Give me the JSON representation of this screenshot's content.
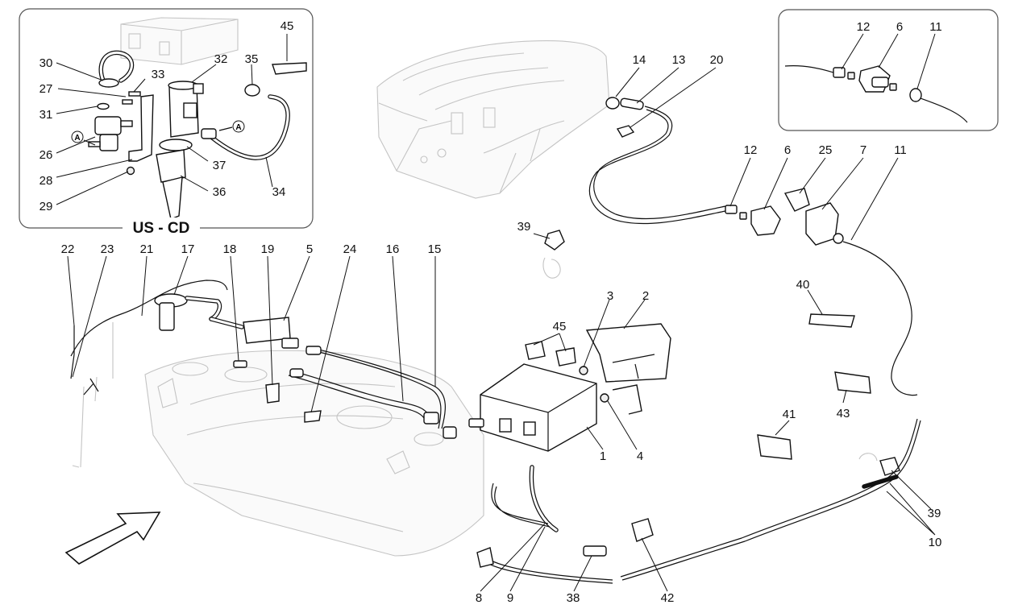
{
  "inset_us_cd": {
    "title": "US - CD",
    "callouts": [
      "45",
      "30",
      "32",
      "35",
      "27",
      "33",
      "31",
      "26",
      "28",
      "29",
      "37",
      "36",
      "34"
    ],
    "markers": [
      "A",
      "A"
    ]
  },
  "inset_connector": {
    "callouts": [
      "12",
      "6",
      "11"
    ]
  },
  "main": {
    "callouts": [
      "14",
      "13",
      "20",
      "12",
      "6",
      "25",
      "7",
      "11",
      "39",
      "22",
      "23",
      "21",
      "17",
      "18",
      "19",
      "5",
      "24",
      "16",
      "15",
      "3",
      "2",
      "45",
      "40",
      "43",
      "41",
      "1",
      "4",
      "39",
      "10",
      "8",
      "9",
      "38",
      "42"
    ]
  }
}
